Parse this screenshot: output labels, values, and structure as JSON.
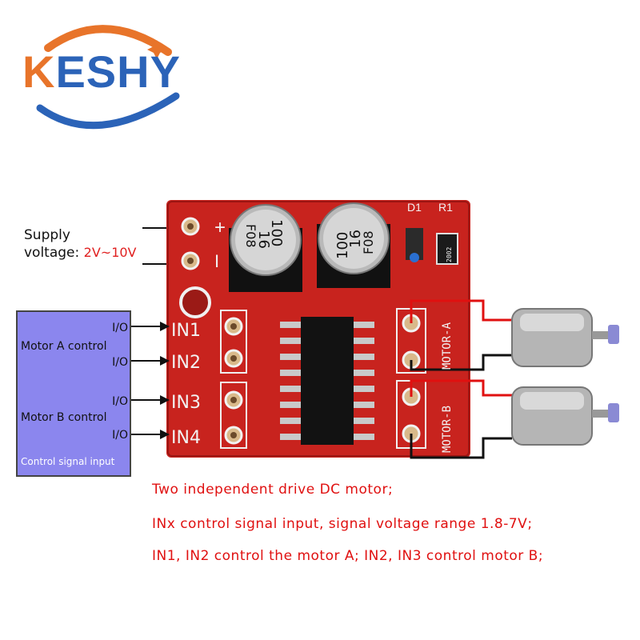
{
  "logo": {
    "brand": "KESHY",
    "first_letter": "K",
    "rest": "ESHY"
  },
  "supply": {
    "label_line1": "Supply",
    "label_line2": "voltage:",
    "range": "2V~10V"
  },
  "control_box": {
    "io_labels": [
      "I/O",
      "I/O",
      "I/O",
      "I/O"
    ],
    "motor_a": "Motor A control",
    "motor_b": "Motor B control",
    "footer": "Control signal input"
  },
  "board": {
    "plus": "+",
    "minus": "I",
    "inputs": [
      "IN1",
      "IN2",
      "IN3",
      "IN4"
    ],
    "motor_a": "MOTOR-A",
    "motor_b": "MOTOR-B",
    "d1": "D1",
    "r1": "R1",
    "resistor_code": "2002",
    "capacitor_1": {
      "line1": "100",
      "line2": "16",
      "line3": "F08"
    },
    "capacitor_2": {
      "line1": "100",
      "line2": "16",
      "line3": "F08"
    }
  },
  "notes": [
    "Two independent drive DC motor;",
    "INx control signal input, signal voltage range 1.8-7V;",
    "IN1, IN2 control the motor A; IN2, IN3 control motor B;"
  ],
  "colors": {
    "board": "#c8231e",
    "control_box": "#8b86ee",
    "note_text": "#e01010",
    "logo_orange": "#e8742a",
    "logo_blue": "#2b63b8"
  }
}
